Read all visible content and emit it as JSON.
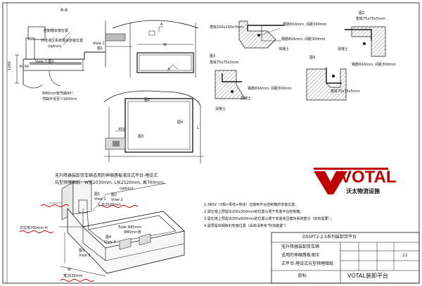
{
  "section_aa": {
    "section_mark": "A-A",
    "control_box_label": "控制箱安装位置",
    "hydraulic_label": "外挂液压系统模块安装位置",
    "option": "(option)",
    "view1": "View 1",
    "fig1": "图1",
    "view3_fig3": "View 3  图3",
    "dim_1200": "1200",
    "radius": "R100",
    "conduit_note_1": "Φ80mm管弯曲90°,",
    "conduit_note_2": "弯曲半径至少160mm"
  },
  "plan_view": {
    "marker_a_top": "A",
    "marker_a_bottom": "A",
    "dim_w": "W",
    "dim_450": "450",
    "fig2": "图2",
    "fig3": "图3",
    "fig4": "图4",
    "dim_l": "L"
  },
  "details": {
    "detail1_angle": "角铁100x100x7mm",
    "detail1_rebar": "钢筋Φ16mm, 间距300mm",
    "detail1_concrete": "混凝土",
    "detail2_title": "图2",
    "detail2_angle": "角铁75x75x5mm",
    "detail2_rebar": "钢筋Φ16mm, 间距300mm",
    "detail2_concrete": "混凝土",
    "detail3_title": "图3",
    "detail3_angle": "角铁75x75x5mm",
    "detail3_rebar": "钢筋Φ16mm, 间距300mm",
    "detail3_concrete": "混凝土",
    "detail4_title": "图4",
    "detail4_rebar": "钢筋Φ16mm, 间距300mm",
    "detail4_angle": "角铁75x75x5mm"
  },
  "iso_view": {
    "desc_1": "无升降器装卸货车辆适用的伸缩唇板液压式平台-埋设式",
    "desc_2": "坑型预埋图纸：W宽2030mm, L长2520mm, 高700mm。",
    "option": "(option)",
    "fig1": "图1",
    "view1": "View 1",
    "fig2": "图2",
    "view2": "View 2",
    "len_dim": "L 长2520mm",
    "height_dim": "坑位高700mm  H",
    "tube": "Tube Φ80mm",
    "tube_sub": "Φ80mm管",
    "fig4": "图4",
    "view4": "View 4",
    "fig3": "图3",
    "view3": "View 3",
    "w": "W",
    "width_dim": "宽2030mm"
  },
  "logo": {
    "brand": "VOTAL",
    "subtitle": "沃太物流设施"
  },
  "notes": [
    "1.380V（3相+零线+地线）应接到平台控制箱的安装位置；",
    "2.需在墙上预留出200x300mm的位置以便于安装平台控制箱；",
    "3.需在墙上预留出350x600mm的位置以便于安装液压模块系统部分（如有需要）；",
    "4.需预留出钢板的安装位置（具体请参考\"附加装置\"）"
  ],
  "title_block": {
    "series": "DSSPT2-2.5系列装卸货平台",
    "desc_1": "无升降器装卸货车辆",
    "desc_2": "适用的伸缩唇板液压",
    "desc_3": "式平台-埋设式坑型预埋图纸",
    "sheet_no": "11",
    "standard": "欧标",
    "company": "VOTAL装卸平台"
  },
  "colors": {
    "red": "#c00000",
    "logo_red": "#c00000",
    "line": "#111111"
  }
}
